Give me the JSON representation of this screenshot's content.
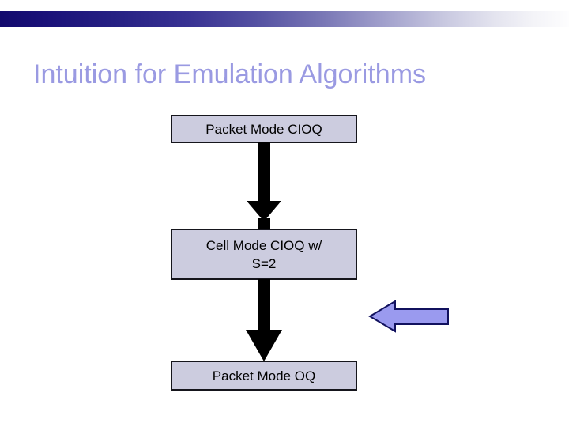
{
  "slide": {
    "title": "Intuition for Emulation Algorithms",
    "title_color": "#9a9ae2",
    "background_color": "#ffffff"
  },
  "top_bar": {
    "name": "decorative-gradient-bar",
    "gradient_start_color": "#120a6d",
    "gradient_end_color": "#fdfdfe"
  },
  "diagram": {
    "type": "flowchart",
    "box_fill_color": "#ccccdf",
    "box_border_color": "#15151c",
    "arrow_color": "#000000",
    "highlight_arrow_fill_color": "#9a9aef",
    "highlight_arrow_border_color": "#11115e",
    "boxes": [
      {
        "id": "packet-mode-cioq",
        "lines": [
          "Packet Mode CIOQ"
        ],
        "label": "Packet Mode CIOQ"
      },
      {
        "id": "cell-mode-cioq",
        "lines": [
          "Cell Mode CIOQ w/",
          "S=2"
        ],
        "label": "Cell Mode CIOQ w/ S=2"
      },
      {
        "id": "packet-mode-oq",
        "lines": [
          "Packet Mode OQ"
        ],
        "label": "Packet Mode OQ"
      }
    ],
    "connectors": [
      {
        "id": "arrow-cioq-to-cell",
        "from": "packet-mode-cioq",
        "to": "cell-mode-cioq",
        "direction": "down"
      },
      {
        "id": "arrow-cell-to-oq",
        "from": "cell-mode-cioq",
        "to": "packet-mode-oq",
        "direction": "down"
      }
    ],
    "callout_arrow": {
      "id": "left-pointing-highlight-arrow",
      "direction": "left",
      "points_at": "flow-between-cell-mode-cioq-and-packet-mode-oq"
    }
  }
}
